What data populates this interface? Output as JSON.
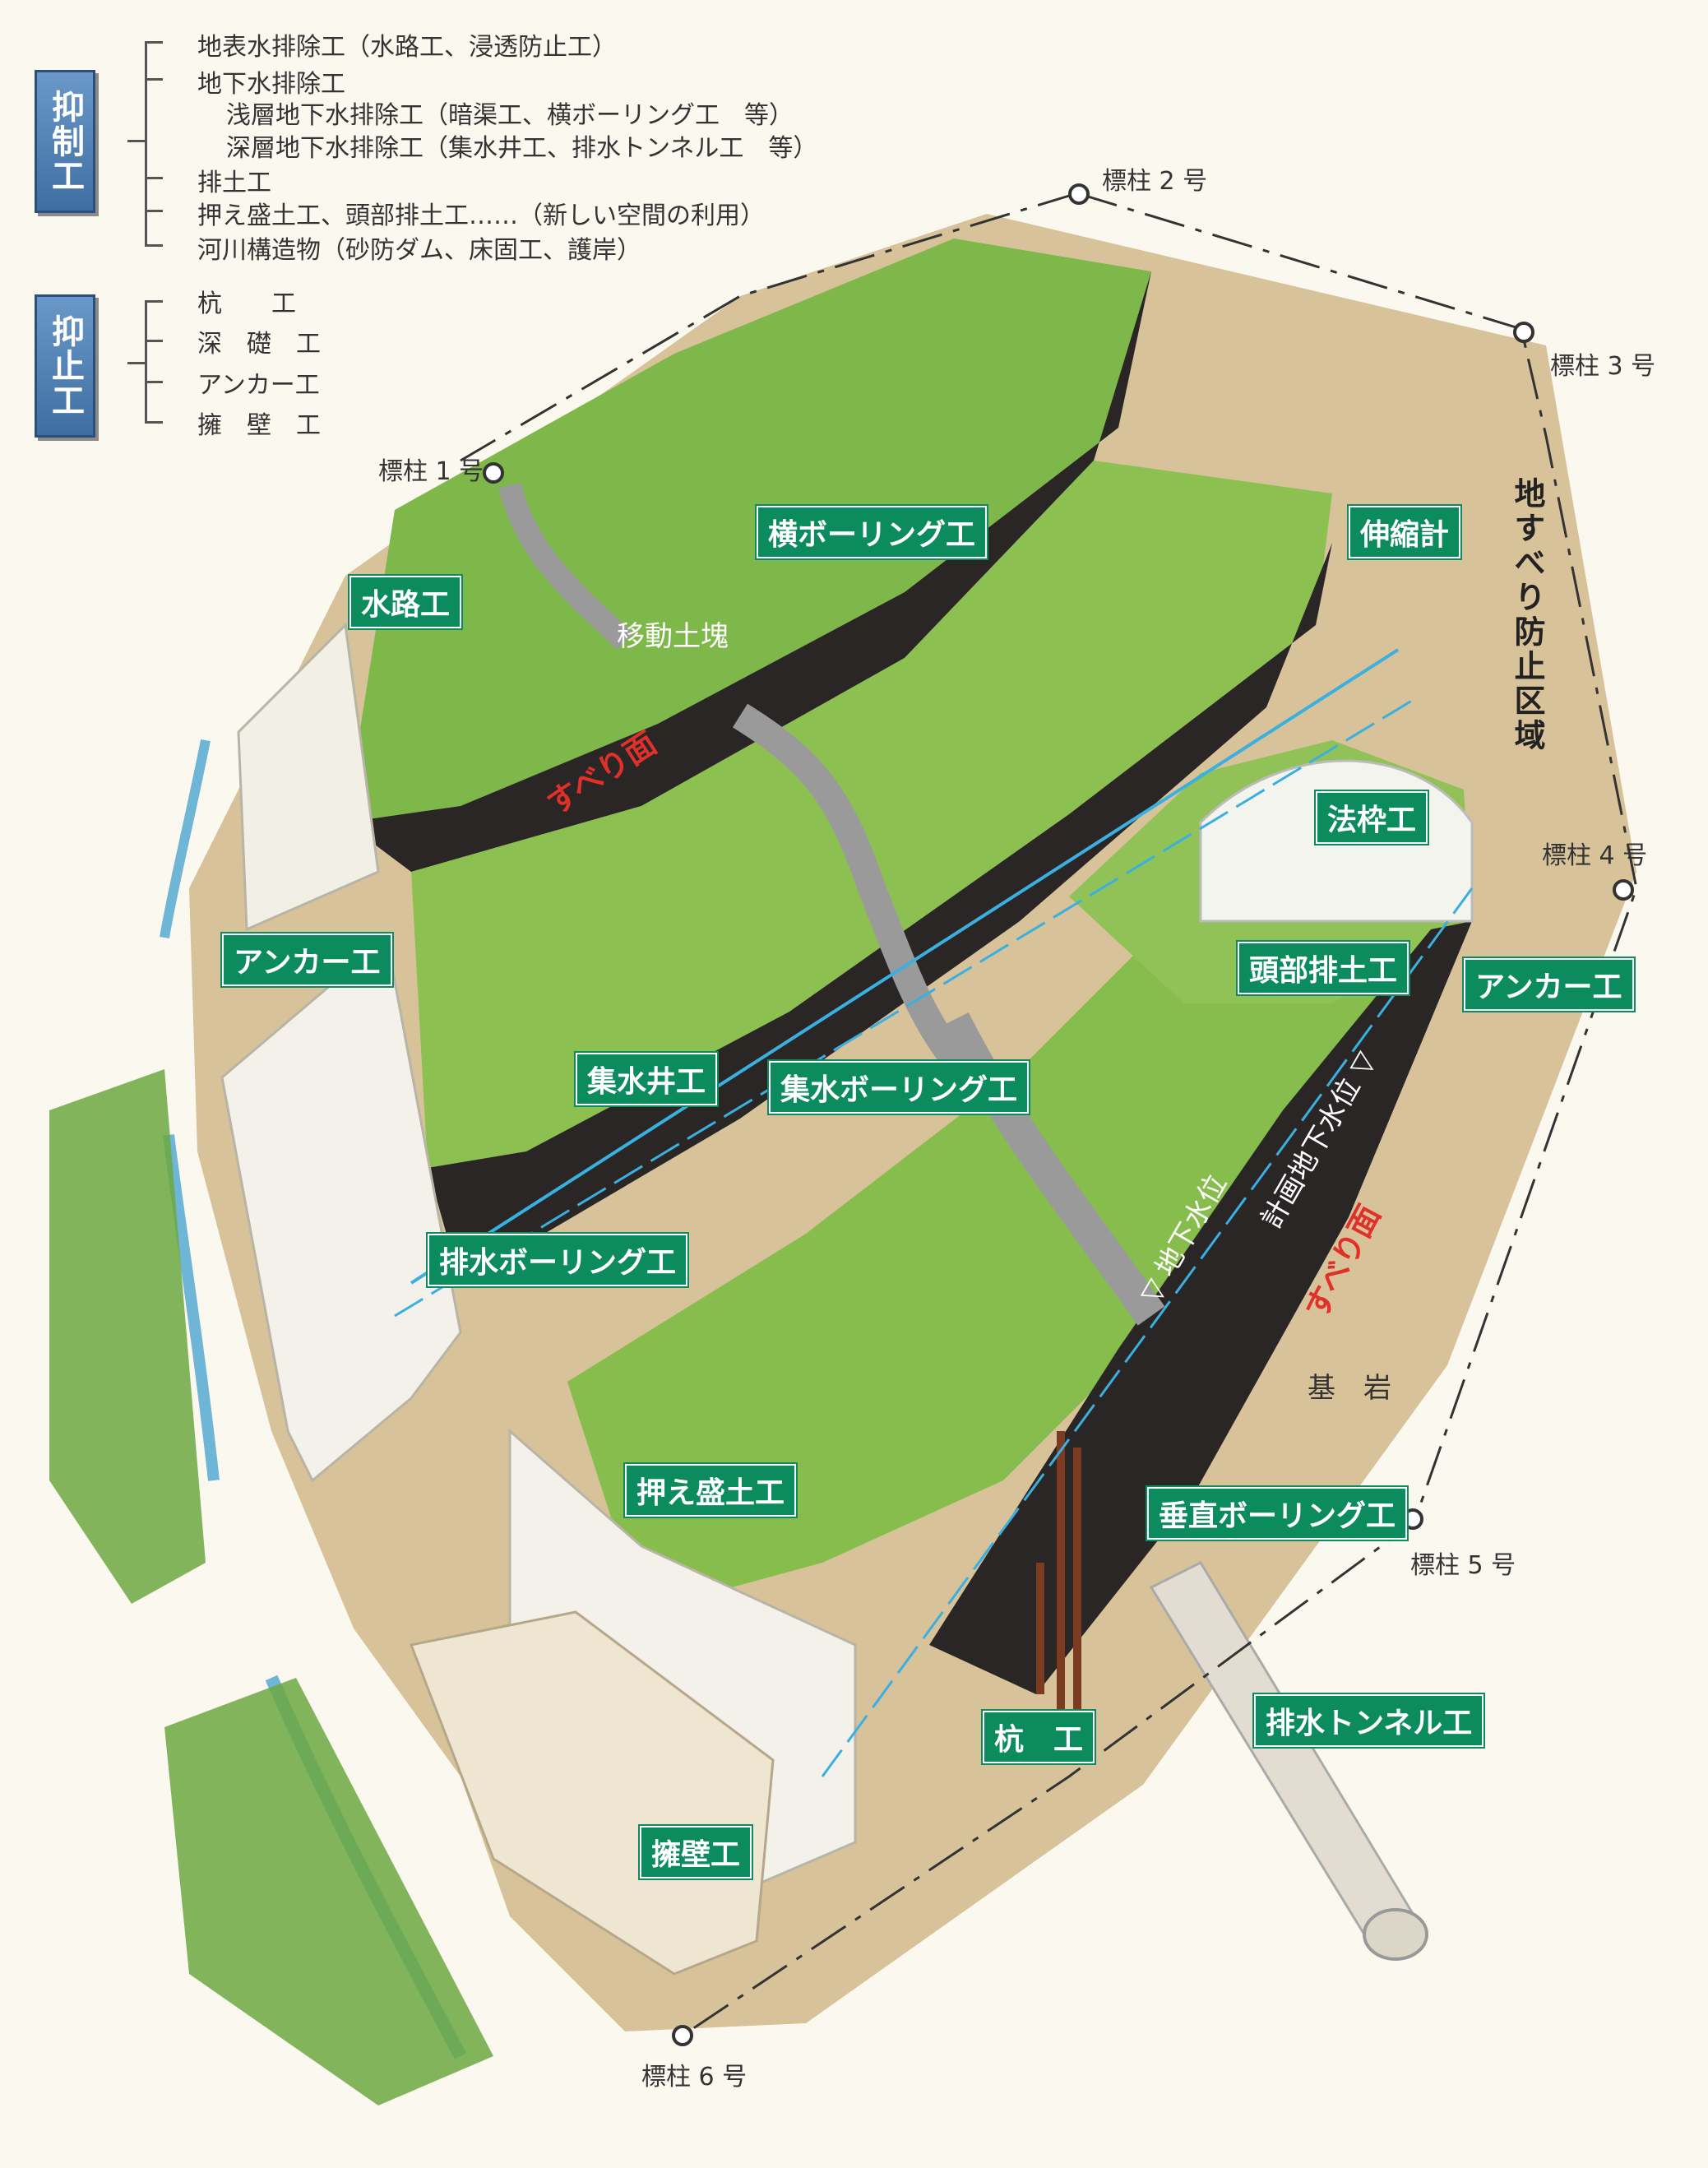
{
  "legend": {
    "group1": {
      "badge": "抑制工",
      "items": [
        "地表水排除工（水路工、浸透防止工）",
        "地下水排除工",
        "浅層地下水排除工（暗渠工、横ボーリング工　等）",
        "深層地下水排除工（集水井工、排水トンネル工　等）",
        "排土工",
        "押え盛土工、頭部排土工……（新しい空間の利用）",
        "河川構造物（砂防ダム、床固工、護岸）"
      ]
    },
    "group2": {
      "badge": "抑止工",
      "items": [
        "杭　　工",
        "深　礎　工",
        "アンカー工",
        "擁　壁　工"
      ]
    }
  },
  "posts": {
    "p1": "標柱 1 号",
    "p2": "標柱 2 号",
    "p3": "標柱 3 号",
    "p4": "標柱 4 号",
    "p5": "標柱 5 号",
    "p6": "標柱 6 号"
  },
  "zone_label": "地すべり防止区域",
  "tags": {
    "yoko_boring": "横ボーリング工",
    "suirokou": "水路工",
    "shinshukukei": "伸縮計",
    "hawakukou": "法枠工",
    "anchor_left": "アンカー工",
    "anchor_right": "アンカー工",
    "tobu_haido": "頭部排土工",
    "shusuiseikou": "集水井工",
    "shusui_boring": "集水ボーリング工",
    "haisui_boring": "排水ボーリング工",
    "osae_morido": "押え盛土工",
    "suichoku_boring": "垂直ボーリング工",
    "kuikou": "杭　工",
    "haisui_tunnel": "排水トンネル工",
    "youheki": "擁壁工"
  },
  "labels": {
    "idou_dokai": "移動土塊",
    "suberi_men_1": "すべり面",
    "suberi_men_2": "すべり面",
    "kigan": "基　岩",
    "chika_suii": "▽ 地下水位",
    "keikaku_suii": "計画地下水位 ▽"
  },
  "colors": {
    "tag_green": "#0c8c5e",
    "badge_blue": "#4a7bb0",
    "slip_red": "#e0302a",
    "water_line": "#3ab0e0"
  }
}
